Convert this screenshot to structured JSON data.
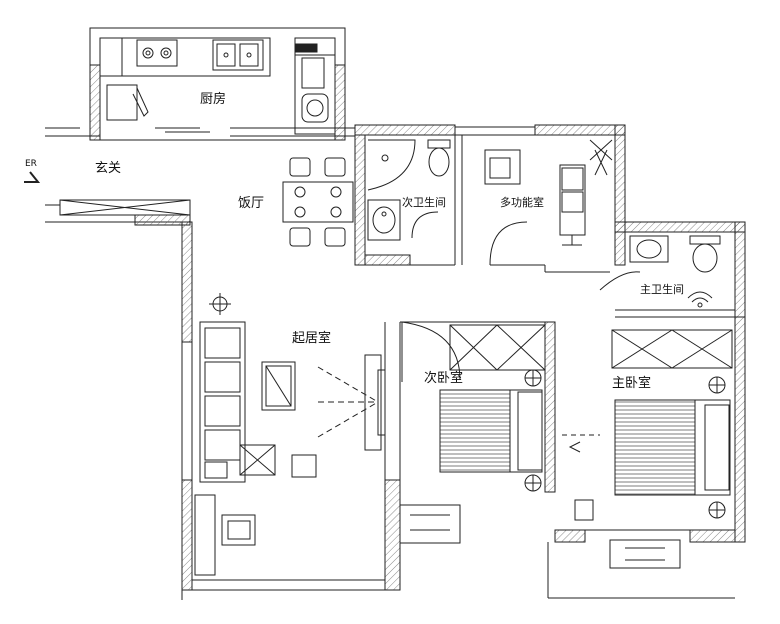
{
  "rooms": {
    "kitchen": "厨房",
    "entry": "玄关",
    "dining": "饭厅",
    "guest_bath": "次卫生间",
    "multi_room": "多功能室",
    "master_bath": "主卫生间",
    "living": "起居室",
    "second_bedroom": "次卧室",
    "master_bedroom": "主卧室"
  },
  "entry_fragment": "ER"
}
